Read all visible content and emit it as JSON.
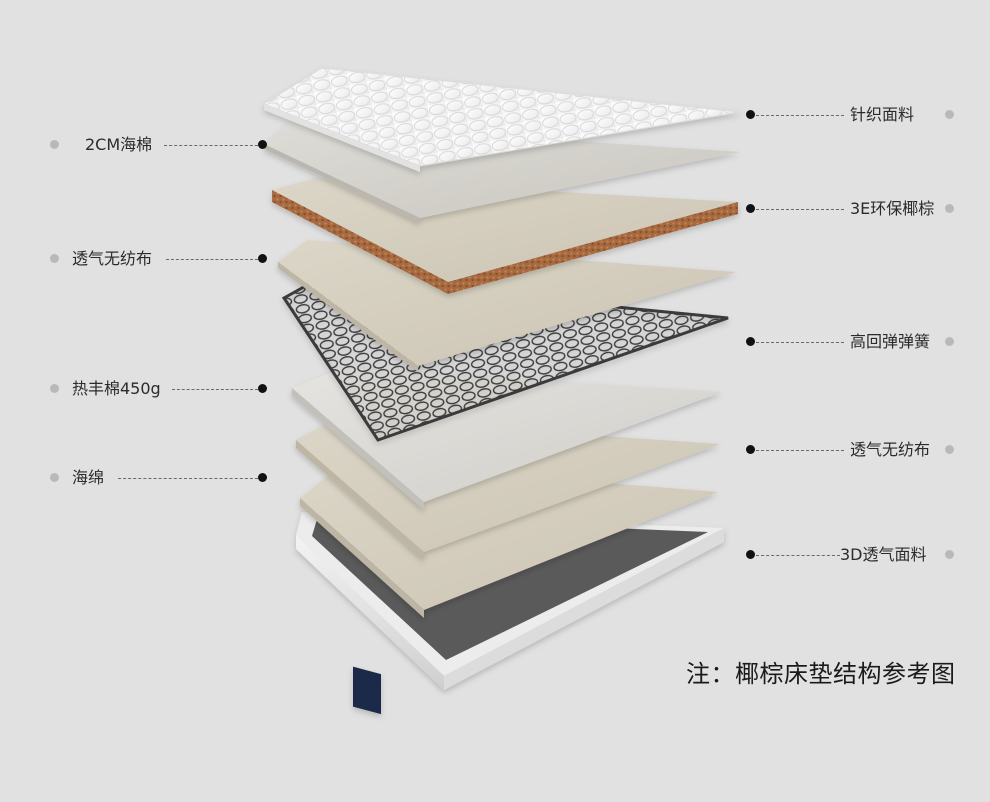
{
  "diagram": {
    "left_labels": [
      {
        "id": "l1",
        "text": "2CM海棉"
      },
      {
        "id": "l2",
        "text": "透气无纺布"
      },
      {
        "id": "l3",
        "text": "热丰棉450g"
      },
      {
        "id": "l4",
        "text": "海绵"
      }
    ],
    "right_labels": [
      {
        "id": "r1",
        "text": "针织面料"
      },
      {
        "id": "r2",
        "text": "3E环保椰棕"
      },
      {
        "id": "r3",
        "text": "高回弹弹簧"
      },
      {
        "id": "r4",
        "text": "透气无纺布"
      },
      {
        "id": "r5",
        "text": "3D透气面料"
      }
    ],
    "note": "注：椰棕床垫结构参考图"
  },
  "colors": {
    "background": "#e1e1e1",
    "coir": "#a76a3f",
    "fabric_top": "#f4f4f4",
    "felt": "#cfcdc6",
    "spring": "#3a3a3a",
    "base_frame": "#555555"
  }
}
